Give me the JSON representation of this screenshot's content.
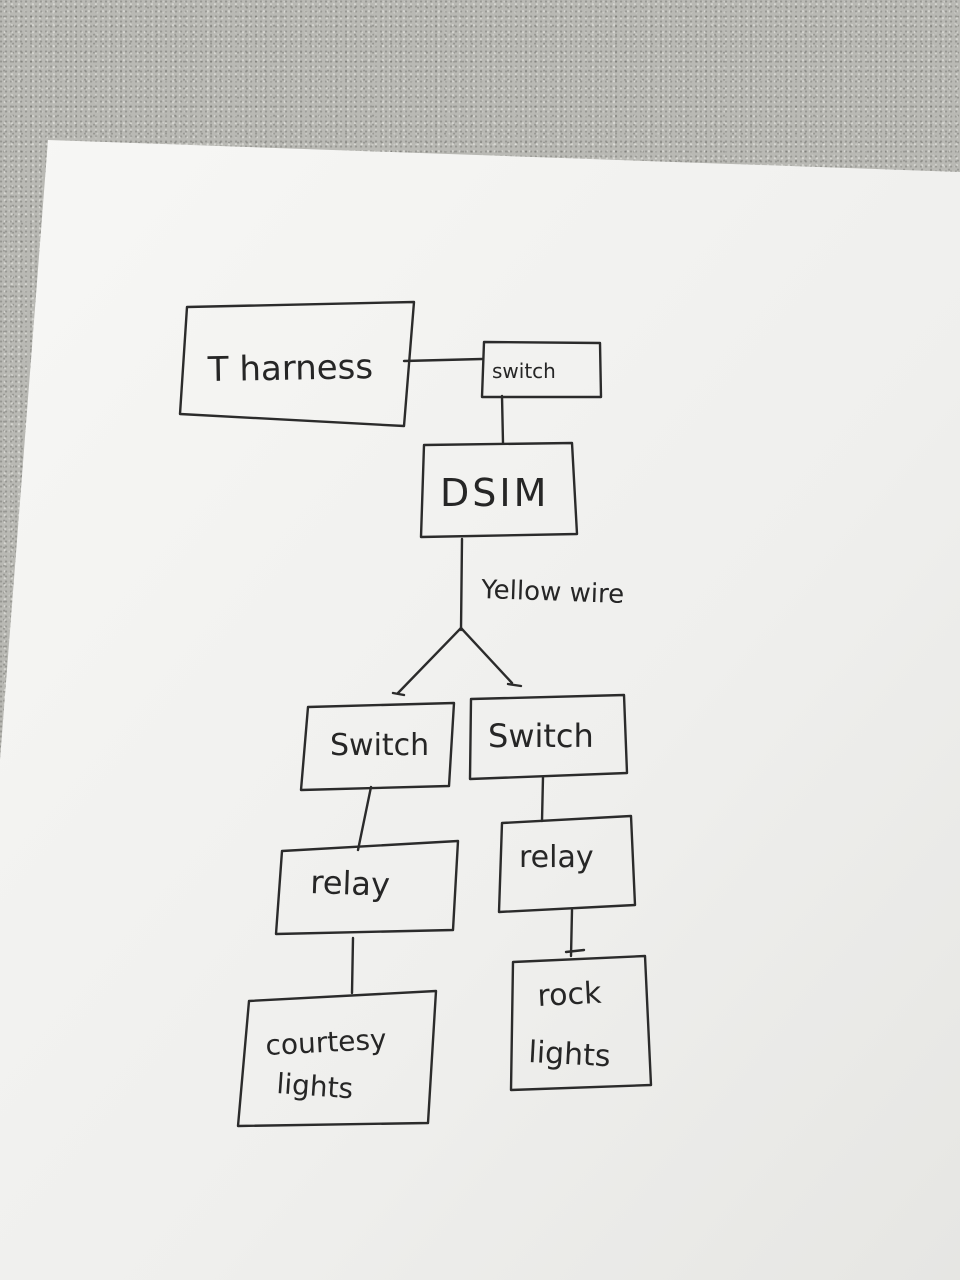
{
  "diagram": {
    "nodes": {
      "harness": "T harness",
      "top_switch": "switch",
      "module": "DSIM",
      "left_switch": "Switch",
      "right_switch": "Switch",
      "left_relay": "relay",
      "right_relay": "relay",
      "left_lights_line1": "courtesy",
      "left_lights_line2": "lights",
      "right_lights_line1": "rock",
      "right_lights_line2": "lights"
    },
    "edge_labels": {
      "module_to_split": "Yellow wire"
    },
    "edges": [
      [
        "harness",
        "top_switch"
      ],
      [
        "top_switch",
        "module"
      ],
      [
        "module",
        "left_switch"
      ],
      [
        "module",
        "right_switch"
      ],
      [
        "left_switch",
        "left_relay"
      ],
      [
        "left_relay",
        "left_lights"
      ],
      [
        "right_switch",
        "right_relay"
      ],
      [
        "right_relay",
        "right_lights"
      ]
    ]
  },
  "colors": {
    "paper": "#f2f2f0",
    "ink": "#2b2b2b",
    "countertop": "#b9b9b4"
  }
}
